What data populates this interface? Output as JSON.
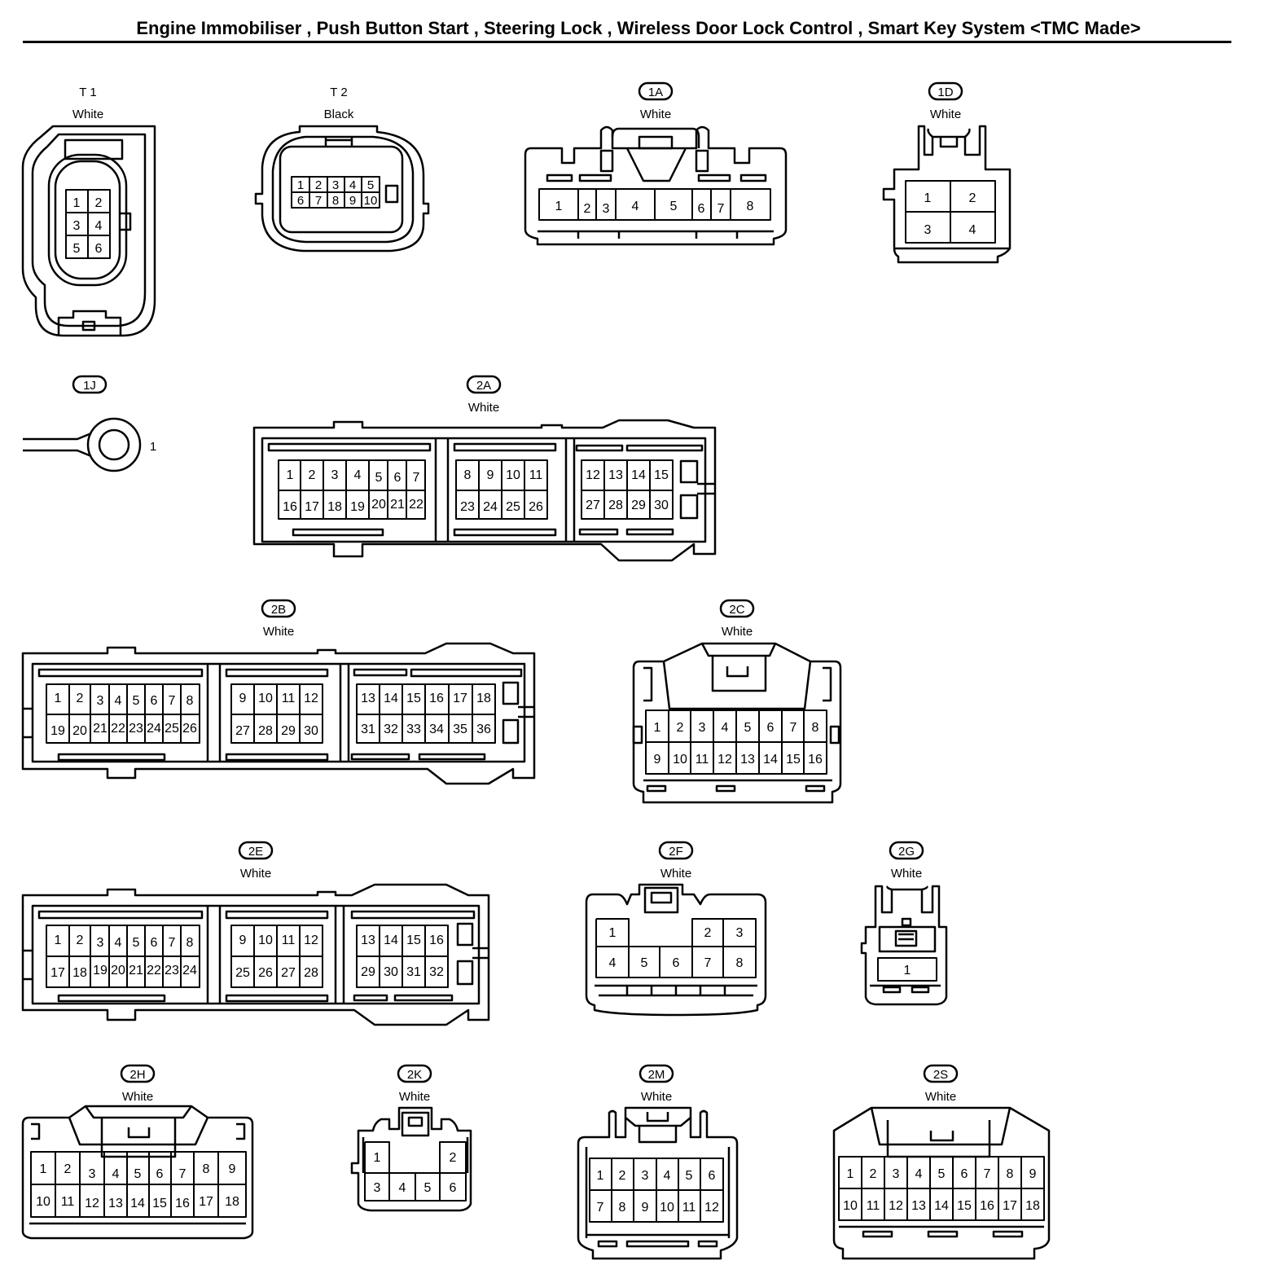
{
  "title": "Engine Immobiliser , Push Button Start , Steering Lock , Wireless Door Lock Control , Smart Key System <TMC Made>",
  "connectors": {
    "T1": {
      "code": "T 1",
      "color": "White",
      "pins": [
        "1",
        "2",
        "3",
        "4",
        "5",
        "6"
      ]
    },
    "T2": {
      "code": "T 2",
      "color": "Black",
      "pins": [
        "1",
        "2",
        "3",
        "4",
        "5",
        "6",
        "7",
        "8",
        "9",
        "10"
      ]
    },
    "c1A": {
      "code": "1A",
      "color": "White",
      "pins": [
        "1",
        "2",
        "3",
        "4",
        "5",
        "6",
        "7",
        "8"
      ]
    },
    "c1D": {
      "code": "1D",
      "color": "White",
      "pins": [
        "1",
        "2",
        "3",
        "4"
      ]
    },
    "c1J": {
      "code": "1J",
      "pins": [
        "1"
      ]
    },
    "c2A": {
      "code": "2A",
      "color": "White",
      "pins": [
        "1",
        "2",
        "3",
        "4",
        "5",
        "6",
        "7",
        "8",
        "9",
        "10",
        "11",
        "12",
        "13",
        "14",
        "15",
        "16",
        "17",
        "18",
        "19",
        "20",
        "21",
        "22",
        "23",
        "24",
        "25",
        "26",
        "27",
        "28",
        "29",
        "30"
      ]
    },
    "c2B": {
      "code": "2B",
      "color": "White",
      "pins": [
        "1",
        "2",
        "3",
        "4",
        "5",
        "6",
        "7",
        "8",
        "9",
        "10",
        "11",
        "12",
        "13",
        "14",
        "15",
        "16",
        "17",
        "18",
        "19",
        "20",
        "21",
        "22",
        "23",
        "24",
        "25",
        "26",
        "27",
        "28",
        "29",
        "30",
        "31",
        "32",
        "33",
        "34",
        "35",
        "36"
      ]
    },
    "c2C": {
      "code": "2C",
      "color": "White",
      "pins": [
        "1",
        "2",
        "3",
        "4",
        "5",
        "6",
        "7",
        "8",
        "9",
        "10",
        "11",
        "12",
        "13",
        "14",
        "15",
        "16"
      ]
    },
    "c2E": {
      "code": "2E",
      "color": "White",
      "pins": [
        "1",
        "2",
        "3",
        "4",
        "5",
        "6",
        "7",
        "8",
        "9",
        "10",
        "11",
        "12",
        "13",
        "14",
        "15",
        "16",
        "17",
        "18",
        "19",
        "20",
        "21",
        "22",
        "23",
        "24",
        "25",
        "26",
        "27",
        "28",
        "29",
        "30",
        "31",
        "32"
      ]
    },
    "c2F": {
      "code": "2F",
      "color": "White",
      "pins": [
        "1",
        "2",
        "3",
        "4",
        "5",
        "6",
        "7",
        "8"
      ]
    },
    "c2G": {
      "code": "2G",
      "color": "White",
      "pins": [
        "1"
      ]
    },
    "c2H": {
      "code": "2H",
      "color": "White",
      "pins": [
        "1",
        "2",
        "3",
        "4",
        "5",
        "6",
        "7",
        "8",
        "9",
        "10",
        "11",
        "12",
        "13",
        "14",
        "15",
        "16",
        "17",
        "18"
      ]
    },
    "c2K": {
      "code": "2K",
      "color": "White",
      "pins": [
        "1",
        "2",
        "3",
        "4",
        "5",
        "6"
      ]
    },
    "c2M": {
      "code": "2M",
      "color": "White",
      "pins": [
        "1",
        "2",
        "3",
        "4",
        "5",
        "6",
        "7",
        "8",
        "9",
        "10",
        "11",
        "12"
      ]
    },
    "c2S": {
      "code": "2S",
      "color": "White",
      "pins": [
        "1",
        "2",
        "3",
        "4",
        "5",
        "6",
        "7",
        "8",
        "9",
        "10",
        "11",
        "12",
        "13",
        "14",
        "15",
        "16",
        "17",
        "18"
      ]
    }
  }
}
